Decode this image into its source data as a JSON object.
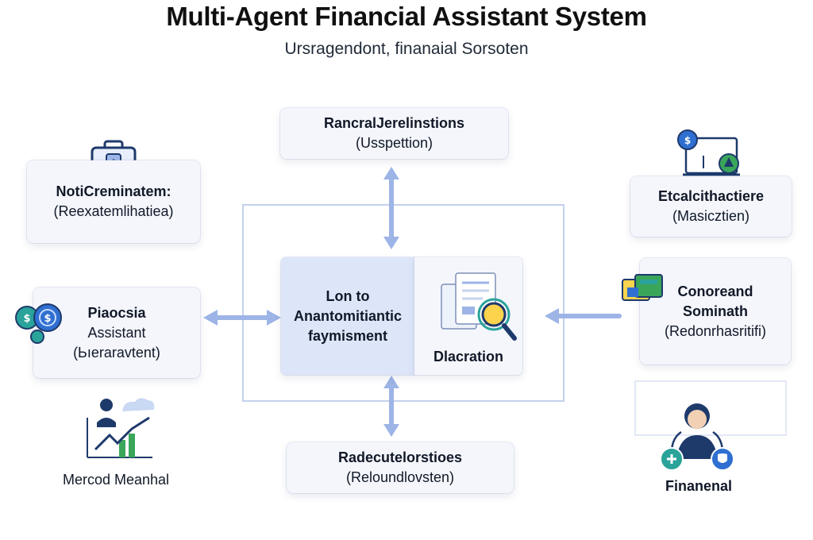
{
  "header": {
    "title": "Multi-Agent Financial Assistant System",
    "subtitle": "Ursragendont, finanaial  Sorsoten"
  },
  "nodes": {
    "top": {
      "line1": "RancralJerelinstions",
      "line2": "(Usspettion)"
    },
    "left_top": {
      "line1": "NotiCreminatem:",
      "line2": "(Reexatemlihatiea)"
    },
    "left_mid": {
      "line1": "Piaocsia",
      "line2": "Assistant",
      "line3": "(Ьıeraravtent)"
    },
    "left_bottom": {
      "label": "Mercod Meanhal"
    },
    "center_left": {
      "line1": "Lon to",
      "line2": "Anantomitiantic",
      "line3": "faymisment"
    },
    "center_right": {
      "label": "Dlacration"
    },
    "bottom": {
      "line1": "Radecutelorstioes",
      "line2": "(Reloundlovsten)"
    },
    "right_top": {
      "line1": "Etcalcithactiere",
      "line2": "(Masicztien)"
    },
    "right_mid": {
      "line1": "Conoreand",
      "line2": "Sominath",
      "line3": "(Redonrhasritifi)"
    },
    "right_bottom": {
      "label": "Finanenal"
    }
  },
  "colors": {
    "accent": "#9db4e6",
    "box_fill": "#f4f6fc",
    "center_fill": "#dde6f9",
    "icon_dark": "#1e3a6b",
    "icon_teal": "#2aa39a",
    "icon_green": "#3aa65a",
    "icon_blue": "#2f6fd1"
  },
  "icons": {
    "money_briefcase": "dollar-briefcase-icon",
    "coins": "coins-icon",
    "market_chart": "market-chart-icon",
    "document_search": "document-search-icon",
    "finance_monitor": "finance-monitor-icon",
    "credit_cards": "credit-card-icon",
    "user": "user-agent-icon"
  }
}
